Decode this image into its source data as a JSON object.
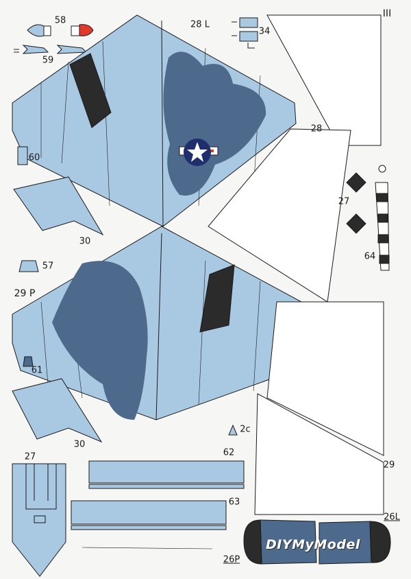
{
  "page_id": "III",
  "labels": {
    "p58": "58",
    "p59": "59",
    "p28L": "28 L",
    "p34": "34",
    "p60": "60",
    "p30a": "30",
    "p57": "57",
    "p29P": "29 P",
    "p61": "61",
    "p30b": "30",
    "p28": "28",
    "p27a": "27",
    "p64": "64",
    "p29": "29",
    "p2c": "2c",
    "p62": "62",
    "p63": "63",
    "p27b": "27",
    "p26L": "26L",
    "p26P": "26P"
  },
  "logo": "DIYMyModel",
  "colors": {
    "paper": "#f6f6f4",
    "light_blue": "#a9c8e2",
    "dark_blue": "#4d6a8c",
    "black": "#2b2b2b",
    "red": "#e03a2a",
    "outline": "#1a1a1a"
  }
}
